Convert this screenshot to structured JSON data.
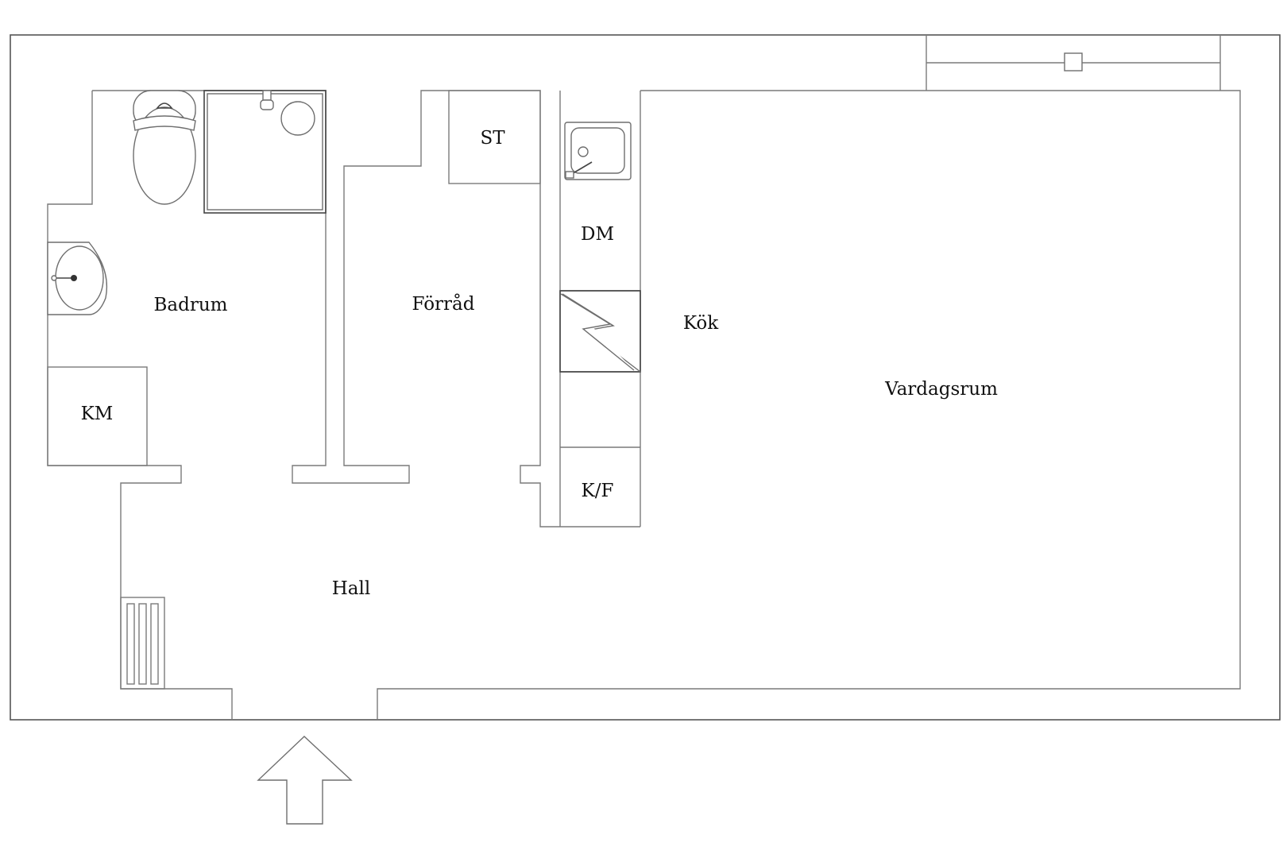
{
  "floor_plan": {
    "rooms": {
      "badrum": "Badrum",
      "forrad": "Förråd",
      "kok": "Kök",
      "vardagsrum": "Vardagsrum",
      "hall": "Hall"
    },
    "fixtures": {
      "km": "KM",
      "st": "ST",
      "dm": "DM",
      "kf": "K/F"
    },
    "icons": {
      "entrance": "entrance-arrow-icon",
      "toilet": "toilet-icon",
      "shower": "shower-icon",
      "washbasin": "washbasin-icon",
      "sink": "kitchen-sink-icon",
      "stove": "stove-icon",
      "radiator": "radiator-icon",
      "window": "window-icon"
    }
  }
}
